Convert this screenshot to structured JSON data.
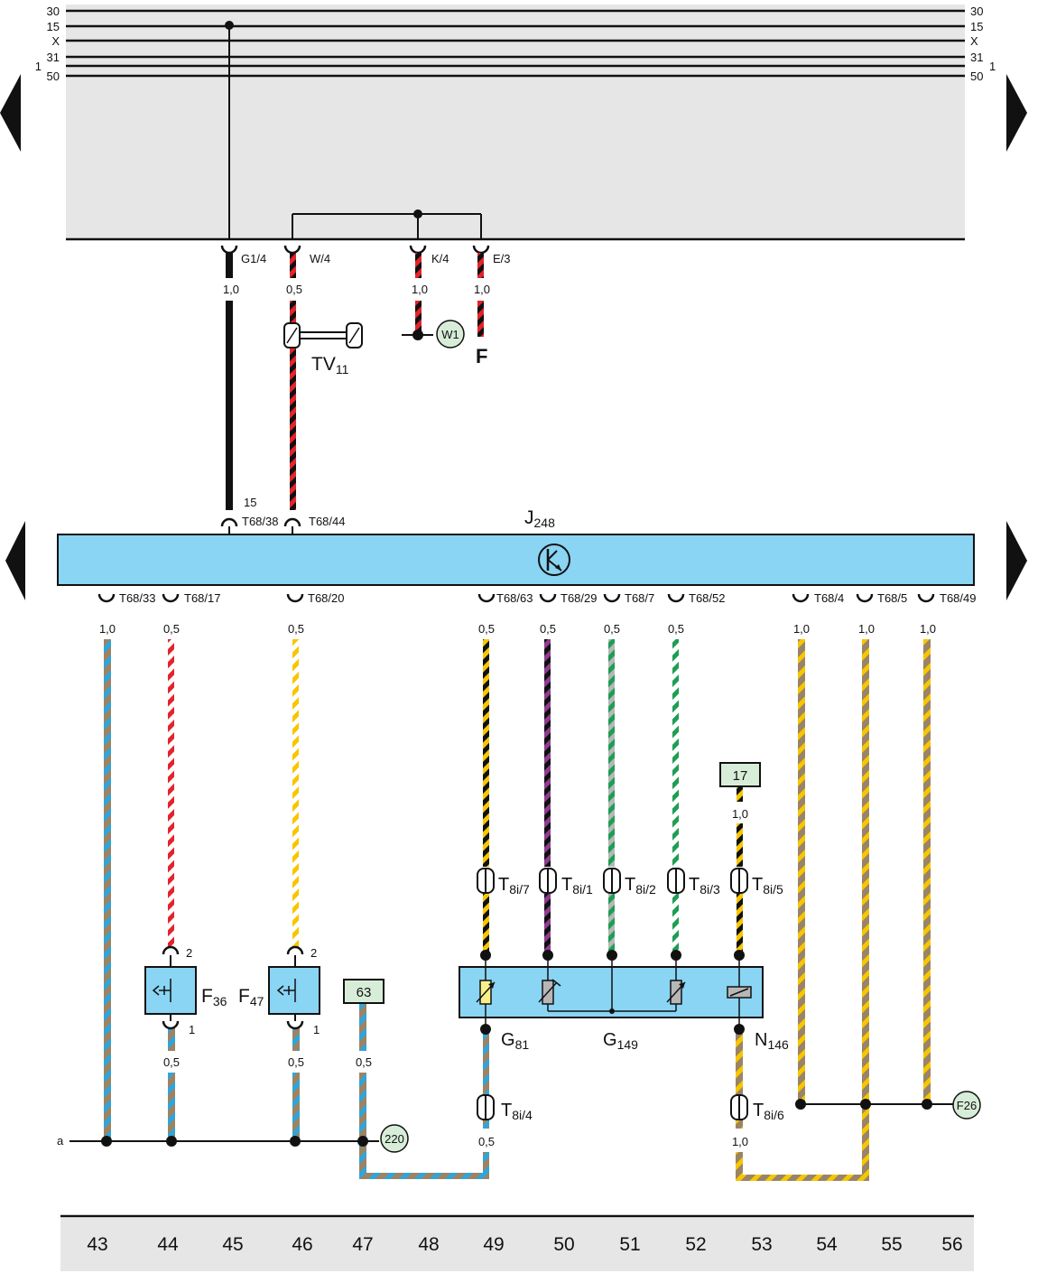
{
  "bus_lines": [
    "30",
    "15",
    "X",
    "31",
    "50"
  ],
  "bus_side_mark": "1",
  "relay_connectors": [
    {
      "label": "G1/4",
      "gauge": "1,0"
    },
    {
      "label": "W/4",
      "gauge": "0,5"
    },
    {
      "label": "K/4",
      "gauge": "1,0"
    },
    {
      "label": "E/3",
      "gauge": "1,0"
    }
  ],
  "ground_w1": "W1",
  "fuse_f": "F",
  "tv11": {
    "main": "TV",
    "sub": "11"
  },
  "ecu": {
    "main": "J",
    "sub": "248",
    "symbol": "K"
  },
  "ecu_top_pins": [
    {
      "label": "T68/38",
      "extra": "15"
    },
    {
      "label": "T68/44",
      "extra": ""
    }
  ],
  "ecu_bottom_pins": [
    {
      "label": "T68/33",
      "gauge": "1,0"
    },
    {
      "label": "T68/17",
      "gauge": "0,5"
    },
    {
      "label": "T68/20",
      "gauge": "0,5"
    },
    {
      "label": "T68/63",
      "gauge": "0,5"
    },
    {
      "label": "T68/29",
      "gauge": "0,5"
    },
    {
      "label": "T68/7",
      "gauge": "0,5"
    },
    {
      "label": "T68/52",
      "gauge": "0,5"
    },
    {
      "label": "T68/4",
      "gauge": "1,0"
    },
    {
      "label": "T68/5",
      "gauge": "1,0"
    },
    {
      "label": "T68/49",
      "gauge": "1,0"
    }
  ],
  "ref_17": "17",
  "ref_17_gauge": "1,0",
  "t8i_connectors": [
    {
      "main": "T",
      "sub": "8i/7"
    },
    {
      "main": "T",
      "sub": "8i/1"
    },
    {
      "main": "T",
      "sub": "8i/2"
    },
    {
      "main": "T",
      "sub": "8i/3"
    },
    {
      "main": "T",
      "sub": "8i/5"
    },
    {
      "main": "T",
      "sub": "8i/4"
    },
    {
      "main": "T",
      "sub": "8i/6"
    }
  ],
  "switches": [
    {
      "main": "F",
      "sub": "36",
      "pin_top": "2",
      "pin_bottom": "1",
      "gauge": "0,5"
    },
    {
      "main": "F",
      "sub": "47",
      "pin_top": "2",
      "pin_bottom": "1",
      "gauge": "0,5"
    }
  ],
  "ref_63": "63",
  "ref_63_gauge": "0,5",
  "ground_220": "220",
  "ground_f26": "F26",
  "sensors": [
    {
      "main": "G",
      "sub": "81"
    },
    {
      "main": "G",
      "sub": "149"
    },
    {
      "main": "N",
      "sub": "146"
    }
  ],
  "lower_gauges": [
    "0,5",
    "1,0"
  ],
  "ground_line_label": "a",
  "bottom_numbers": [
    "43",
    "44",
    "45",
    "46",
    "47",
    "48",
    "49",
    "50",
    "51",
    "52",
    "53",
    "54",
    "55",
    "56"
  ],
  "colors": {
    "panel_gray": "#e6e6e6",
    "ecu_blue": "#8ad4f4",
    "ground_green": "#d7edd8",
    "wire_brown": "#9a8466",
    "wire_blue": "#2aa7e0",
    "wire_red": "#e4232b",
    "wire_yellow": "#f7c600",
    "wire_green": "#1e9e52",
    "wire_violet": "#8e3d8f",
    "wire_gray": "#b7b7b7"
  }
}
